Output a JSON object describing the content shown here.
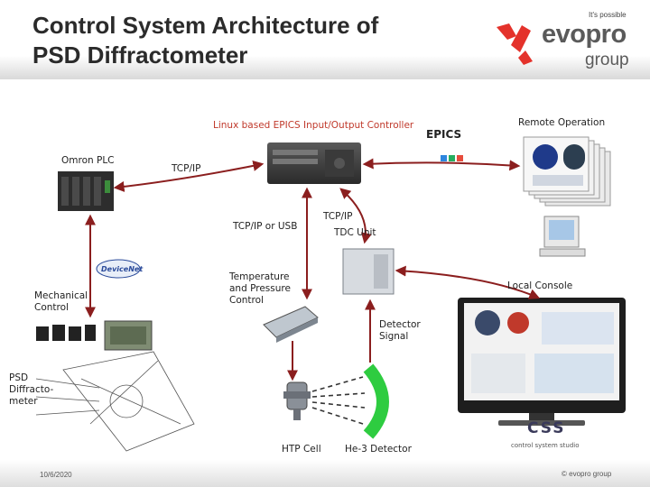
{
  "header": {
    "title_line1": "Control System Architecture of",
    "title_line2": "PSD Diffractometer"
  },
  "logo": {
    "tagline": "It's possible",
    "word": "evopro",
    "group": "group"
  },
  "labels": {
    "epics_controller": "Linux based EPICS Input/Output Controller",
    "remote_operation": "Remote Operation",
    "epics": "EPICS",
    "omron_plc": "Omron PLC",
    "tcpip_top": "TCP/IP",
    "tcpip_usb": "TCP/IP or USB",
    "tcpip_tdc": "TCP/IP",
    "tdc_unit": "TDC Unit",
    "devicenet": "DeviceNet",
    "mechanical_control_1": "Mechanical",
    "mechanical_control_2": "Control",
    "temperature_1": "Temperature",
    "temperature_2": "and Pressure",
    "temperature_3": "Control",
    "local_console": "Local Console",
    "detector_signal_1": "Detector",
    "detector_signal_2": "Signal",
    "psd_1": "PSD",
    "psd_2": "Diffracto-",
    "psd_3": "meter",
    "htp_cell": "HTP Cell",
    "he3_detector": "He-3 Detector",
    "css_logo": "CSS",
    "css_sub": "control system studio"
  },
  "footer": {
    "date": "10/6/2020",
    "copyright": "© evopro group"
  },
  "colors": {
    "arrow": "#8b1e1e",
    "controller_label": "#c0392b",
    "detector_green": "#2ecc40",
    "logo_red": "#e4322b",
    "logo_grey": "#5a5a5a"
  }
}
